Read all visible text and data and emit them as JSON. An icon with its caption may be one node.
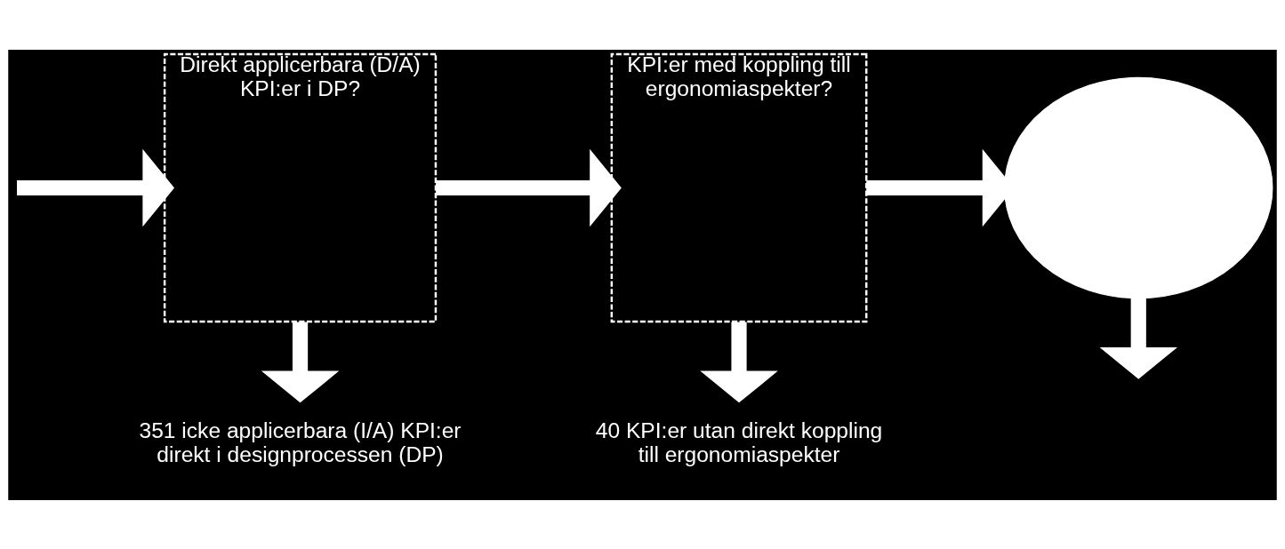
{
  "diagram": {
    "nodes": [
      {
        "text": [
          "Direkt applicerbara (D/A) KPI:er i DP?"
        ]
      },
      {
        "text": [
          "351 icke applicerbara (I/A) KPI:er direkt i designprocessen (DP)"
        ]
      },
      {
        "text": [
          "KPI:er med koppling till ergonomiaspekter?"
        ]
      },
      {
        "text": [
          "40 KPI:er utan direkt koppling till ergonomiaspekter"
        ]
      },
      {
        "text": [],
        "shape": "cloud"
      }
    ],
    "edges": [
      {
        "from": null,
        "to": 0,
        "arrow": "to"
      },
      {
        "from": 0,
        "to": 1,
        "arrow": "to"
      },
      {
        "from": 0,
        "to": 2,
        "arrow": "to"
      },
      {
        "from": 2,
        "to": 3,
        "arrow": "to"
      },
      {
        "from": 2,
        "to": 4,
        "arrow": "to"
      },
      {
        "from": 4,
        "to": null,
        "arrow": "to"
      }
    ]
  }
}
